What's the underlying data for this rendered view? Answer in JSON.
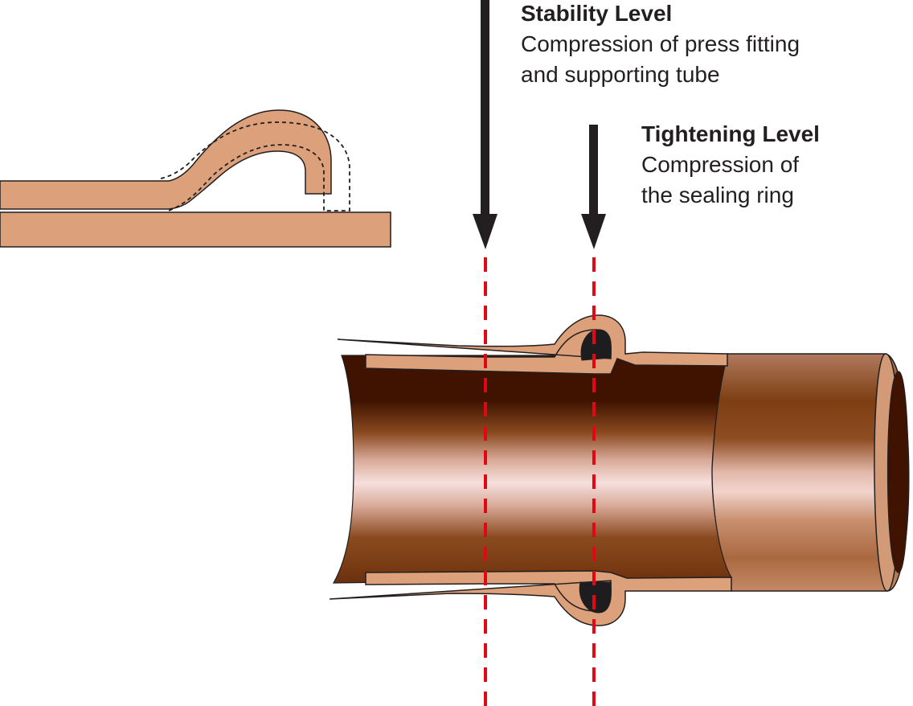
{
  "labels": {
    "stability": {
      "title": "Stability Level",
      "line1": "Compression of press fitting",
      "line2": "and supporting tube"
    },
    "tightening": {
      "title": "Tightening Level",
      "line1": "Compression of",
      "line2": "the sealing ring"
    }
  },
  "colors": {
    "fitting": "#dca07a",
    "outline": "#231f20",
    "arrow": "#231f20",
    "guide_line": "#e30613",
    "seal_ring": "#1d1d1f",
    "pipe_dark": "#3f1300",
    "pipe_mid": "#8a4a20",
    "pipe_light": "#f6e0de"
  }
}
